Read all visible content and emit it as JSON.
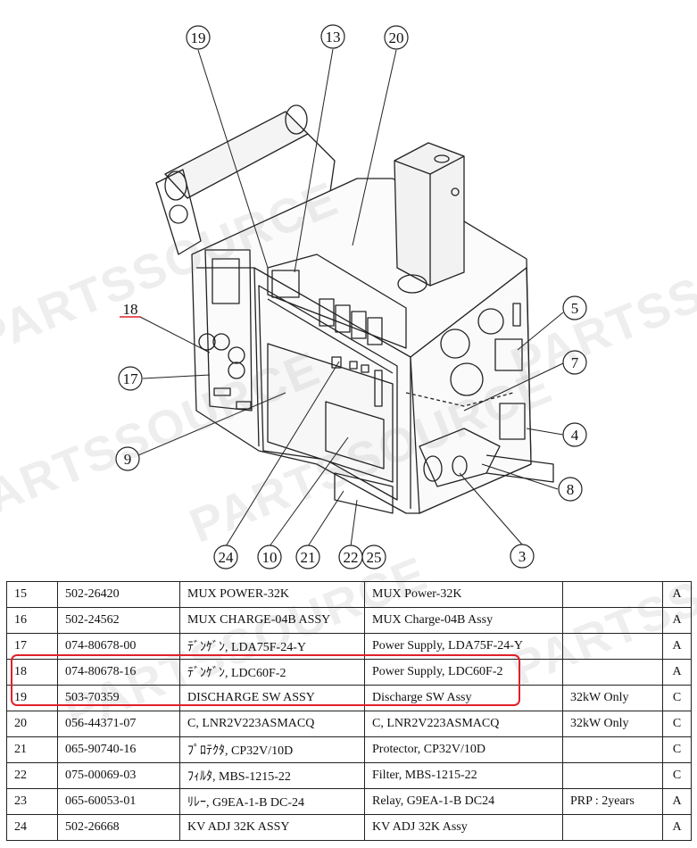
{
  "callouts": {
    "c19": "19",
    "c13": "13",
    "c20": "20",
    "c18": "18",
    "c17": "17",
    "c9": "9",
    "c5": "5",
    "c7": "7",
    "c4": "4",
    "c8": "8",
    "c3": "3",
    "c24": "24",
    "c10": "10",
    "c21": "21",
    "c22": "22",
    "c25": "25"
  },
  "watermark": "PARTSSOURCE",
  "highlight_color": "#e0202a",
  "parts_table": {
    "rows": [
      {
        "no": "15",
        "part_no": "502-26420",
        "name": "MUX POWER-32K",
        "description": "MUX Power-32K",
        "remark": "",
        "class": "A"
      },
      {
        "no": "16",
        "part_no": "502-24562",
        "name": "MUX CHARGE-04B ASSY",
        "description": "MUX Charge-04B Assy",
        "remark": "",
        "class": "A"
      },
      {
        "no": "17",
        "part_no": "074-80678-00",
        "name": "ﾃﾞﾝｹﾞﾝ, LDA75F-24-Y",
        "description": "Power Supply, LDA75F-24-Y",
        "remark": "",
        "class": "A"
      },
      {
        "no": "18",
        "part_no": "074-80678-16",
        "name": "ﾃﾞﾝｹﾞﾝ, LDC60F-2",
        "description": "Power Supply, LDC60F-2",
        "remark": "",
        "class": "A"
      },
      {
        "no": "19",
        "part_no": "503-70359",
        "name": "DISCHARGE SW ASSY",
        "description": "Discharge SW Assy",
        "remark": "32kW Only",
        "class": "C"
      },
      {
        "no": "20",
        "part_no": "056-44371-07",
        "name": "C, LNR2V223ASMACQ",
        "description": "C, LNR2V223ASMACQ",
        "remark": "32kW Only",
        "class": "C"
      },
      {
        "no": "21",
        "part_no": "065-90740-16",
        "name": "ﾌﾟﾛﾃｸﾀ, CP32V/10D",
        "description": "Protector, CP32V/10D",
        "remark": "",
        "class": "C"
      },
      {
        "no": "22",
        "part_no": "075-00069-03",
        "name": "ﾌｨﾙﾀ, MBS-1215-22",
        "description": "Filter, MBS-1215-22",
        "remark": "",
        "class": "C"
      },
      {
        "no": "23",
        "part_no": "065-60053-01",
        "name": "ﾘﾚｰ, G9EA-1-B DC-24",
        "description": "Relay, G9EA-1-B DC24",
        "remark": "PRP : 2years",
        "class": "A"
      },
      {
        "no": "24",
        "part_no": "502-26668",
        "name": "KV ADJ 32K ASSY",
        "description": "KV ADJ 32K Assy",
        "remark": "",
        "class": "A"
      }
    ]
  }
}
